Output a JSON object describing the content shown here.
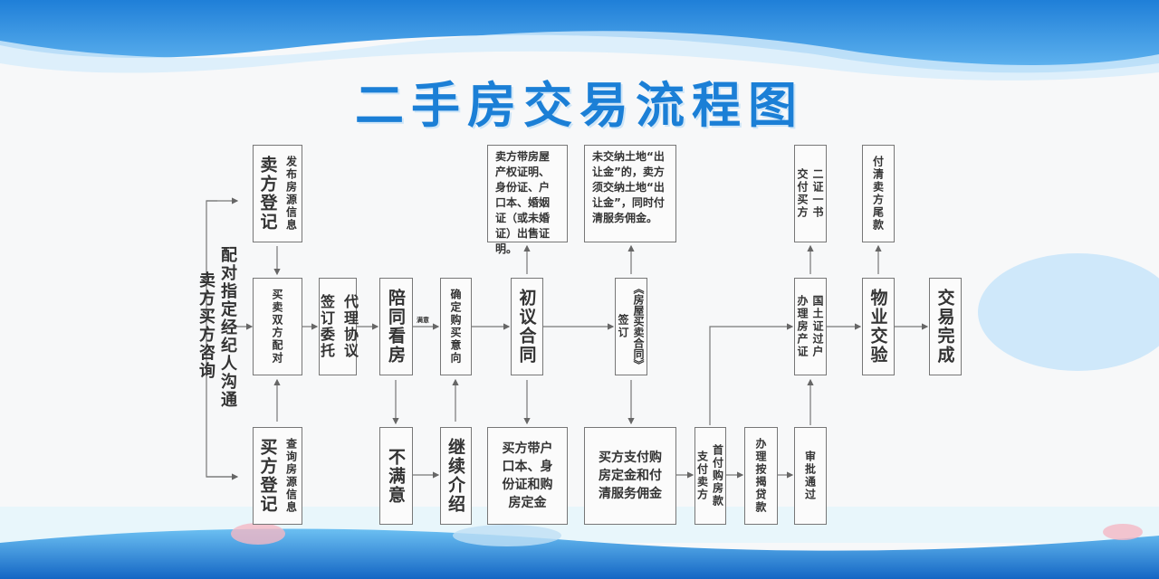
{
  "title": "二手房交易流程图",
  "left": {
    "consult": "卖方买方咨询",
    "match_agent": "配对指定经纪人沟通"
  },
  "nodes": {
    "seller_reg": {
      "main": "卖方登记",
      "sub": "发布房源信息"
    },
    "buyer_reg": {
      "main": "买方登记",
      "sub": "查询房源信息"
    },
    "pairing": "买卖双方配对",
    "agency": {
      "a": "代理协议",
      "b": "签订委托"
    },
    "viewing": "陪同看房",
    "satisfied_label": "满意",
    "confirm_intent": "确定购买意向",
    "unsatisfied": "不满意",
    "continue_intro": "继续介绍",
    "draft_contract": "初议合同",
    "seller_docs": "卖方带房屋产权证明、身份证、户口本、婚姻证（或未婚证）出售证明。",
    "buyer_docs": "买方带户口本、身份证和购房定金",
    "sign_contract": {
      "a": "《房屋买卖合同》",
      "b": "签订"
    },
    "land_fee": "未交纳土地“出让金”的，卖方须交纳土地“出让金”，同时付清服务佣金。",
    "buyer_pay": "买方支付购房定金和付清服务佣金",
    "down_payment": {
      "a": "首付购房款",
      "b": "支付卖方"
    },
    "mortgage": "办理按揭贷款",
    "approved": "审批通过",
    "transfer": {
      "a": "国土证过户",
      "b": "办理房产证"
    },
    "certs": {
      "a": "二证一书",
      "b": "交付买方"
    },
    "property_check": "物业交验",
    "final_payment": "付清卖方尾款",
    "done": "交易完成"
  },
  "colors": {
    "title": "#1b7fd6",
    "banner": "#2a8fe0"
  }
}
